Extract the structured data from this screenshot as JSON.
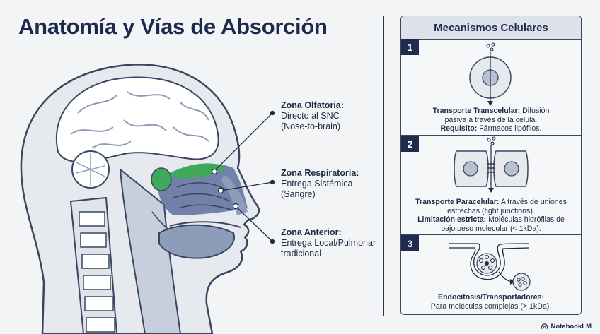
{
  "title": "Anatomía y Vías de Absorción",
  "zones": [
    {
      "name": "Zona Olfatoria:",
      "desc": "Directo al SNC\n(Nose-to-brain)"
    },
    {
      "name": "Zona Respiratoria:",
      "desc": "Entrega Sistémica\n(Sangre)"
    },
    {
      "name": "Zona Anterior:",
      "desc": "Entrega Local/Pulmonar\ntradicional"
    }
  ],
  "panel": {
    "title": "Mecanismos Celulares",
    "mechanisms": [
      {
        "number": "1",
        "line1_bold": "Transporte Transcelular:",
        "line1_rest": " Difusión",
        "line2": "pasiva a través de la célula.",
        "line3_bold": "Requisito:",
        "line3_rest": " Fármacos lipófilos."
      },
      {
        "number": "2",
        "line1_bold": "Transporte Paracelular:",
        "line1_rest": " A través de uniones",
        "line2": "estrechas (tight junctions).",
        "line3_bold": "Limitación estricta:",
        "line3_rest": " Moléculas hidrófilas de",
        "line4": "bajo peso molecular (< 1kDa)."
      },
      {
        "number": "3",
        "line1_bold": "Endocitosis/Transportadores:",
        "line2": "Para moléculas complejas (> 1kDa)."
      }
    ]
  },
  "logo": "NotebookLM",
  "colors": {
    "navy": "#1f2c4d",
    "olfactory_green": "#3fa85a",
    "respiratory_blue": "#5d6f9c",
    "anterior_gray": "#8d9cb8"
  }
}
